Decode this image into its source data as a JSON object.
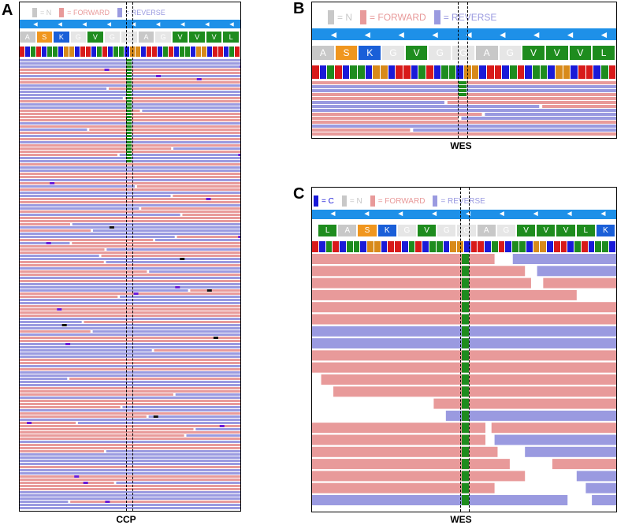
{
  "figure": {
    "panel_a": {
      "letter": "A",
      "caption": "CCP",
      "legend": [
        {
          "label": "= N",
          "color": "#c8c8c8"
        },
        {
          "label": "= FORWARD",
          "color": "#e89a9a"
        },
        {
          "label": "= REVERSE",
          "color": "#9a9ae0"
        }
      ],
      "amino_acids": [
        {
          "label": "A",
          "color": "#c8c8c8"
        },
        {
          "label": "S",
          "color": "#f0961e"
        },
        {
          "label": "K",
          "color": "#1a5fd8"
        },
        {
          "label": "G",
          "color": "#e6e6e6"
        },
        {
          "label": "V",
          "color": "#1e8c1e"
        },
        {
          "label": "G",
          "color": "#e6e6e6"
        },
        {
          "label": "G",
          "color": "#e6e6e6"
        },
        {
          "label": "A",
          "color": "#c8c8c8"
        },
        {
          "label": "G",
          "color": "#e6e6e6"
        },
        {
          "label": "V",
          "color": "#1e8c1e"
        },
        {
          "label": "V",
          "color": "#1e8c1e"
        },
        {
          "label": "V",
          "color": "#1e8c1e"
        },
        {
          "label": "L",
          "color": "#1e8c1e"
        }
      ]
    },
    "panel_b": {
      "letter": "B",
      "caption": "WES",
      "legend": [
        {
          "label": "= N",
          "color": "#c8c8c8"
        },
        {
          "label": "= FORWARD",
          "color": "#e89a9a"
        },
        {
          "label": "= REVERSE",
          "color": "#9a9ae0"
        }
      ],
      "amino_acids": [
        {
          "label": "A",
          "color": "#c8c8c8"
        },
        {
          "label": "S",
          "color": "#f0961e"
        },
        {
          "label": "K",
          "color": "#1a5fd8"
        },
        {
          "label": "G",
          "color": "#e6e6e6"
        },
        {
          "label": "V",
          "color": "#1e8c1e"
        },
        {
          "label": "G",
          "color": "#e6e6e6"
        },
        {
          "label": "G",
          "color": "#e6e6e6"
        },
        {
          "label": "A",
          "color": "#c8c8c8"
        },
        {
          "label": "G",
          "color": "#e6e6e6"
        },
        {
          "label": "V",
          "color": "#1e8c1e"
        },
        {
          "label": "V",
          "color": "#1e8c1e"
        },
        {
          "label": "V",
          "color": "#1e8c1e"
        },
        {
          "label": "L",
          "color": "#1e8c1e"
        }
      ]
    },
    "panel_c": {
      "letter": "C",
      "caption": "WES",
      "legend": [
        {
          "label": "= C",
          "color": "#1a1ad8"
        },
        {
          "label": "= N",
          "color": "#c8c8c8"
        },
        {
          "label": "= FORWARD",
          "color": "#e89a9a"
        },
        {
          "label": "= REVERSE",
          "color": "#9a9ae0"
        }
      ],
      "amino_acids": [
        {
          "label": "L",
          "color": "#1e8c1e"
        },
        {
          "label": "A",
          "color": "#c8c8c8"
        },
        {
          "label": "S",
          "color": "#f0961e"
        },
        {
          "label": "K",
          "color": "#1a5fd8"
        },
        {
          "label": "G",
          "color": "#e6e6e6"
        },
        {
          "label": "V",
          "color": "#1e8c1e"
        },
        {
          "label": "G",
          "color": "#e6e6e6"
        },
        {
          "label": "G",
          "color": "#e6e6e6"
        },
        {
          "label": "A",
          "color": "#c8c8c8"
        },
        {
          "label": "G",
          "color": "#e6e6e6"
        },
        {
          "label": "V",
          "color": "#1e8c1e"
        },
        {
          "label": "V",
          "color": "#1e8c1e"
        },
        {
          "label": "V",
          "color": "#1e8c1e"
        },
        {
          "label": "L",
          "color": "#1e8c1e"
        },
        {
          "label": "K",
          "color": "#1a5fd8"
        }
      ]
    },
    "colors": {
      "forward": "#e89a9a",
      "reverse": "#9a9ae0",
      "variant": "#1e8c1e",
      "strand_bar": "#1e90e8",
      "base_a": "#1e8c1e",
      "base_c": "#1a1ad8",
      "base_g": "#d88a1a",
      "base_t": "#d81a1a"
    }
  }
}
